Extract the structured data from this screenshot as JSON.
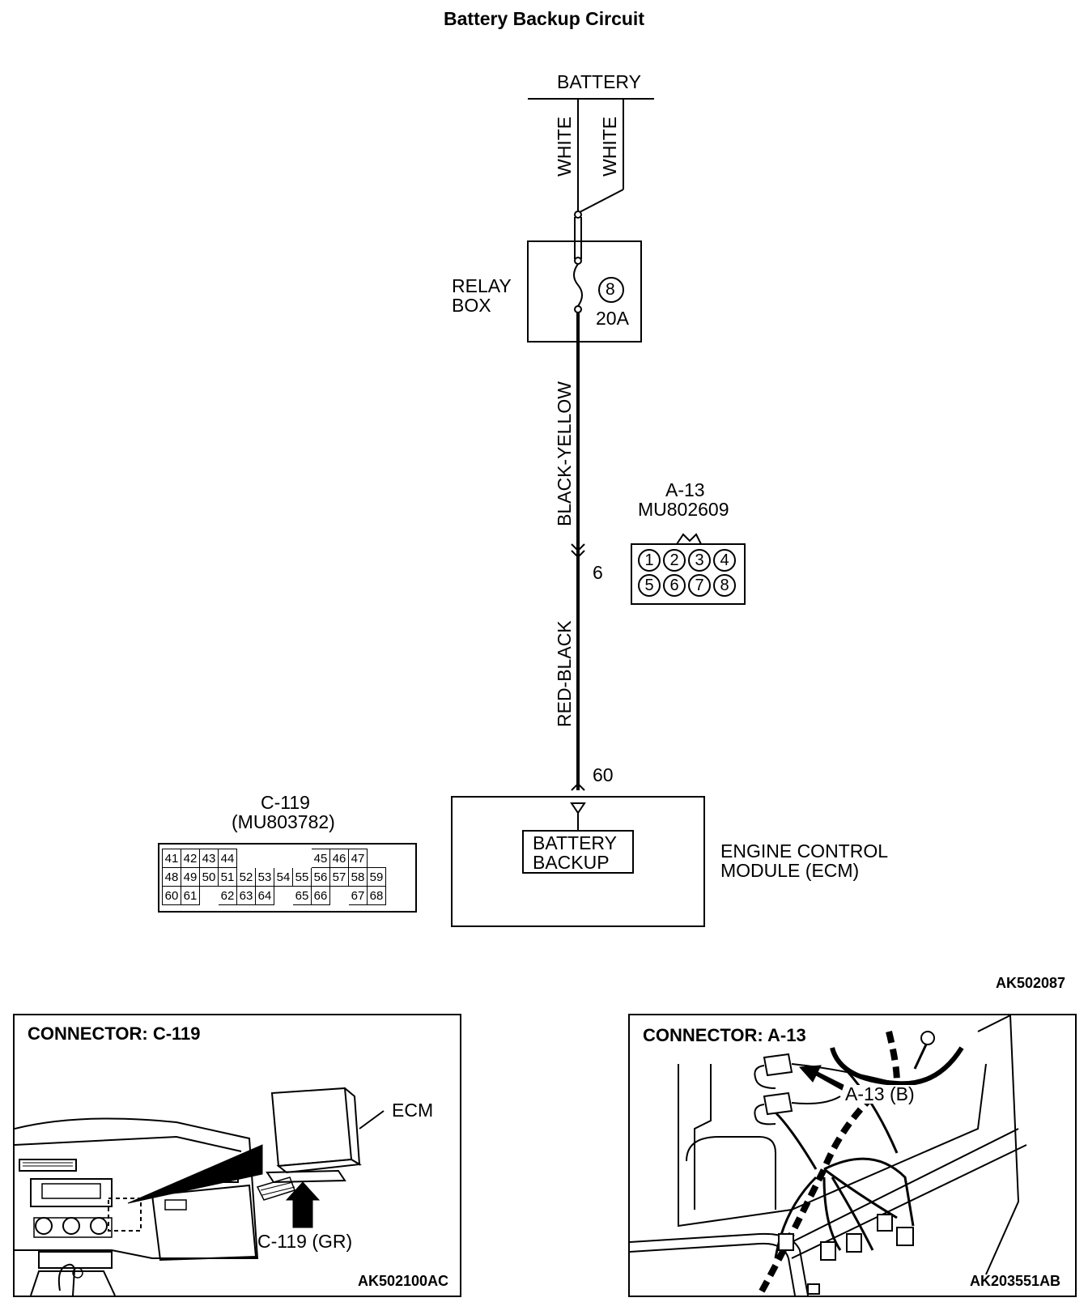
{
  "title": "Battery Backup Circuit",
  "battery_label": "BATTERY",
  "wires": {
    "white_left": "WHITE",
    "white_right": "WHITE",
    "black_yellow": "BLACK-YELLOW",
    "red_black": "RED-BLACK"
  },
  "relay_box": {
    "label_line1": "RELAY",
    "label_line2": "BOX",
    "fuse_number": "8",
    "fuse_rating": "20A"
  },
  "connector_a13": {
    "id": "A-13",
    "part": "MU802609",
    "pin_used": "6",
    "pins_row1": [
      "1",
      "2",
      "3",
      "4"
    ],
    "pins_row2": [
      "5",
      "6",
      "7",
      "8"
    ]
  },
  "connector_c119": {
    "id": "C-119",
    "part": "(MU803782)",
    "pin_used": "60",
    "row1": [
      "41",
      "42",
      "43",
      "44",
      "",
      "",
      "",
      "",
      "45",
      "46",
      "47"
    ],
    "row2": [
      "48",
      "49",
      "50",
      "51",
      "52",
      "53",
      "54",
      "55",
      "56",
      "57",
      "58",
      "59"
    ],
    "row3": [
      "60",
      "61",
      "",
      "62",
      "63",
      "64",
      "",
      "65",
      "66",
      "",
      "67",
      "68"
    ]
  },
  "ecm": {
    "inner_line1": "BATTERY",
    "inner_line2": "BACKUP",
    "label_line1": "ENGINE CONTROL",
    "label_line2": "MODULE (ECM)"
  },
  "figure_code": "AK502087",
  "panel_left": {
    "title": "CONNECTOR: C-119",
    "ecm_label": "ECM",
    "connector_label": "C-119 (GR)",
    "code": "AK502100AC"
  },
  "panel_right": {
    "title": "CONNECTOR: A-13",
    "connector_label": "A-13 (B)",
    "code": "AK203551AB"
  }
}
